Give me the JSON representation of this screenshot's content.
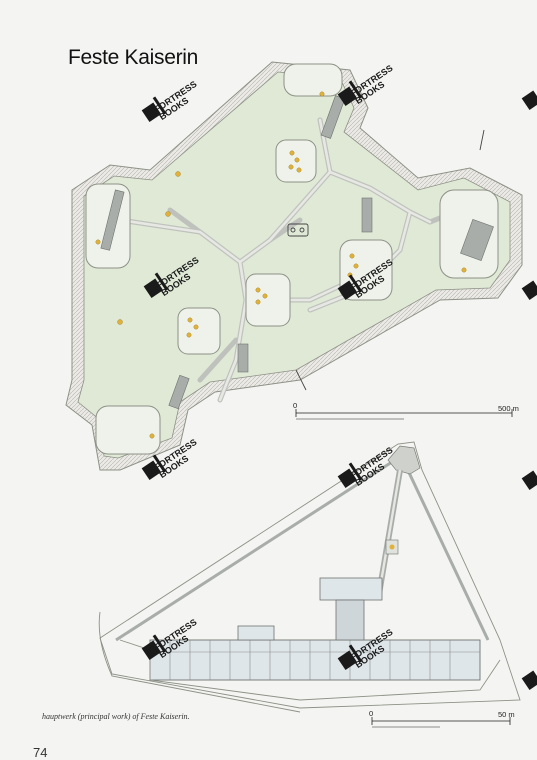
{
  "title": "Feste Kaiserin",
  "caption": "hauptwerk (principal work) of Feste Kaiserin.",
  "page_number": "74",
  "scale_top": {
    "start": "0",
    "end": "500 m"
  },
  "scale_bottom": {
    "start": "0",
    "end": "50 m"
  },
  "watermark": "FORTRESS BOOKS",
  "colors": {
    "site_fill": "#dfe9d6",
    "outline": "#8d9186",
    "road": "#d4d6d1",
    "bunker": "#a9adaa",
    "accent_yellow": "#e0b23a"
  }
}
